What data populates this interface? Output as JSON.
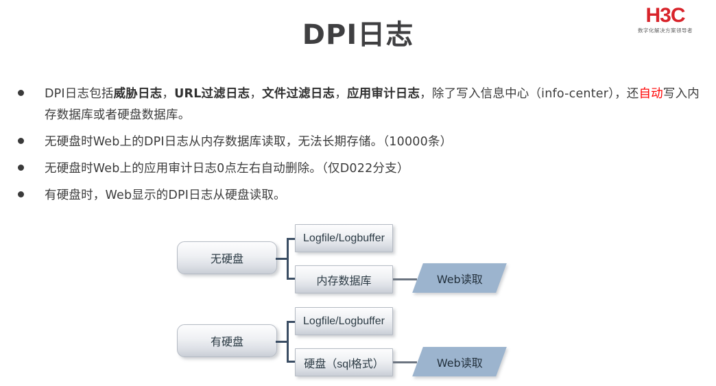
{
  "logo": {
    "mark": "H3C",
    "tagline": "数字化解决方案领导者",
    "color": "#d8232a"
  },
  "title": "DPI日志",
  "bullets": [
    {
      "id": "bullet-1",
      "segments": [
        {
          "text": "DPI日志包括",
          "style": "normal"
        },
        {
          "text": "威胁日志",
          "style": "bold"
        },
        {
          "text": "，",
          "style": "normal"
        },
        {
          "text": "URL过滤日志",
          "style": "bold"
        },
        {
          "text": "，",
          "style": "normal"
        },
        {
          "text": "文件过滤日志",
          "style": "bold"
        },
        {
          "text": "，",
          "style": "normal"
        },
        {
          "text": "应用审计日志",
          "style": "bold"
        },
        {
          "text": "，除了写入信息中心（info-center），还",
          "style": "normal"
        },
        {
          "text": "自动",
          "style": "red"
        },
        {
          "text": "写入内存数据库或者硬盘数据库。",
          "style": "normal"
        }
      ]
    },
    {
      "id": "bullet-2",
      "segments": [
        {
          "text": "无硬盘时Web上的DPI日志从内存数据库读取，无法长期存储。（10000条）",
          "style": "normal"
        }
      ]
    },
    {
      "id": "bullet-3",
      "segments": [
        {
          "text": "无硬盘时Web上的应用审计日志0点左右自动删除。（仅D022分支）",
          "style": "normal"
        }
      ]
    },
    {
      "id": "bullet-4",
      "segments": [
        {
          "text": "有硬盘时，Web显示的DPI日志从硬盘读取。",
          "style": "normal"
        }
      ]
    }
  ],
  "diagram": {
    "groups": [
      {
        "id": "group-no-disk",
        "source_label": "无硬盘",
        "branches": [
          {
            "id": "logfile-logbuffer-1",
            "label": "Logfile/Logbuffer"
          },
          {
            "id": "memory-db",
            "label": "内存数据库"
          }
        ],
        "output_label": "Web读取"
      },
      {
        "id": "group-with-disk",
        "source_label": "有硬盘",
        "branches": [
          {
            "id": "logfile-logbuffer-2",
            "label": "Logfile/Logbuffer"
          },
          {
            "id": "disk-sql",
            "label": "硬盘（sql格式）"
          }
        ],
        "output_label": "Web读取"
      }
    ],
    "colors": {
      "node_border": "#b4bac3",
      "connector": "#3a4d63",
      "output_fill": "#9cb4ce"
    }
  }
}
